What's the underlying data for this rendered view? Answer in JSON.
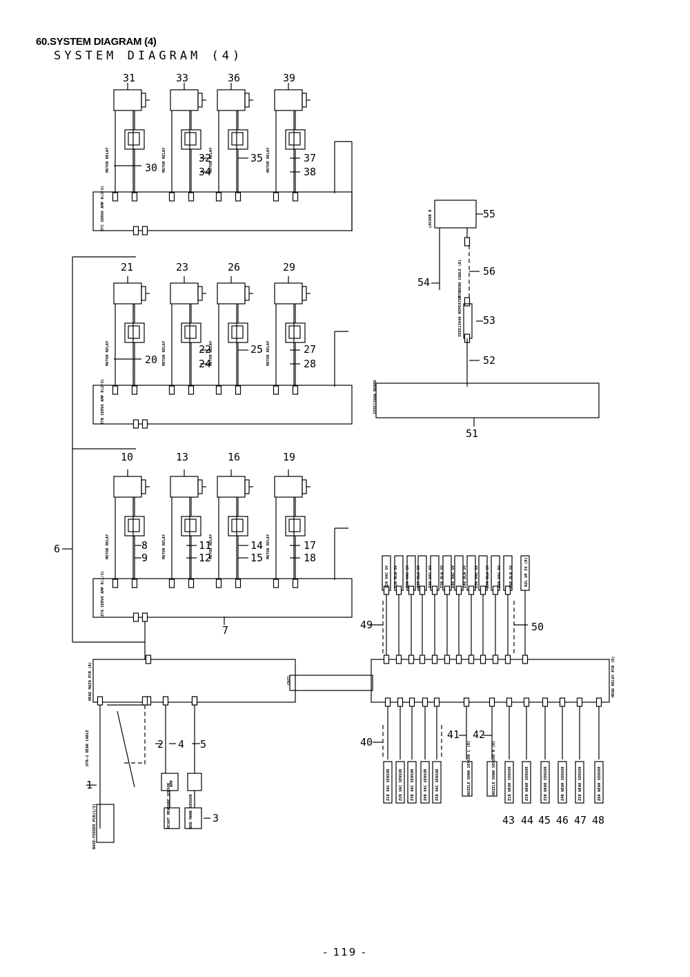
{
  "header": {
    "title": "60.SYSTEM DIAGRAM (4)",
    "subtitle": "SYSTEM DIAGRAM (4)"
  },
  "footer": {
    "page": "- 119 -"
  },
  "callouts": {
    "c1": "1",
    "c2": "2",
    "c3": "3",
    "c4": "4",
    "c5": "5",
    "c6": "6",
    "c7": "7",
    "c8": "8",
    "c9": "9",
    "c10": "10",
    "c11": "11",
    "c12": "12",
    "c13": "13",
    "c14": "14",
    "c15": "15",
    "c16": "16",
    "c17": "17",
    "c18": "18",
    "c19": "19",
    "c20": "20",
    "c21": "21",
    "c22": "22",
    "c23": "23",
    "c24": "24",
    "c25": "25",
    "c26": "26",
    "c27": "27",
    "c28": "28",
    "c29": "29",
    "c30": "30",
    "c31": "31",
    "c32": "32",
    "c33": "33",
    "c34": "34",
    "c35": "35",
    "c36": "36",
    "c37": "37",
    "c38": "38",
    "c39": "39",
    "c40": "40",
    "c41": "41",
    "c42": "42",
    "c43": "43",
    "c44": "44",
    "c45": "45",
    "c46": "46",
    "c47": "47",
    "c48": "48",
    "c49": "49",
    "c50": "50",
    "c51": "51",
    "c52": "52",
    "c53": "53",
    "c54": "54",
    "c55": "55",
    "c56": "56"
  },
  "labels": {
    "motor_relay": "MOTOR RELAY",
    "servo_top": "ZTC SERVO AMP R(3/3)",
    "servo_mid": "ZTB SERVO AMP R(2/3)",
    "servo_bot": "ZTA SERVO AMP R(1/3)",
    "head_main": "HEAD MAIN PCB (R)",
    "head_relay": "HEAD RELAY PCB (R)",
    "cn21": "CN21",
    "base_feeder": "BASE-FEEDER PCB(1/3)",
    "xyr_cable": "XYR-2 BEAR CABLE",
    "amp": "AMP",
    "hight_sensor": "HIGHT MEASURE SENSOR",
    "bad_mark": "BAD MARK SENSOR",
    "ieee_top": "LNCOOR R",
    "ieee_rep": "IEEE1394A REPEATER R",
    "ieee_base": "IEEE1394A BOARD",
    "xy_cable": "XY BEAR CABLE (R)",
    "nzl_up": "NZL UP SV (R)",
    "nozzle_down_l": "NOZZLE DOWN SENSOR L (R)",
    "nozzle_down_r": "NOZZLE DOWN SENSOR R (R)"
  },
  "valves": [
    "Z1R VAC SV",
    "Z1R BLW SV",
    "Z2R VAC SV",
    "Z2R BLW SV",
    "Z3R VAC SV",
    "Z3R BLW SV",
    "Z4R VAC SV",
    "Z4R BLW SV",
    "Z5R VAC SV",
    "Z5R BLW SV",
    "Z6R VAC SV",
    "Z6R BLW SV"
  ],
  "vac_sensors": [
    "Z1R VAC SENSOR",
    "Z2R VAC SENSOR",
    "Z3R VAC SENSOR",
    "Z4R VAC SENSOR",
    "Z5R VAC SENSOR",
    "Z6R VAC SENSOR"
  ],
  "wear_sensors": [
    "Z1R WEAR SENSOR",
    "Z2R WEAR SENSOR",
    "Z3R WEAR SENSOR",
    "Z4R WEAR SENSOR",
    "Z5R WEAR SENSOR",
    "Z6R WEAR SENSOR"
  ]
}
